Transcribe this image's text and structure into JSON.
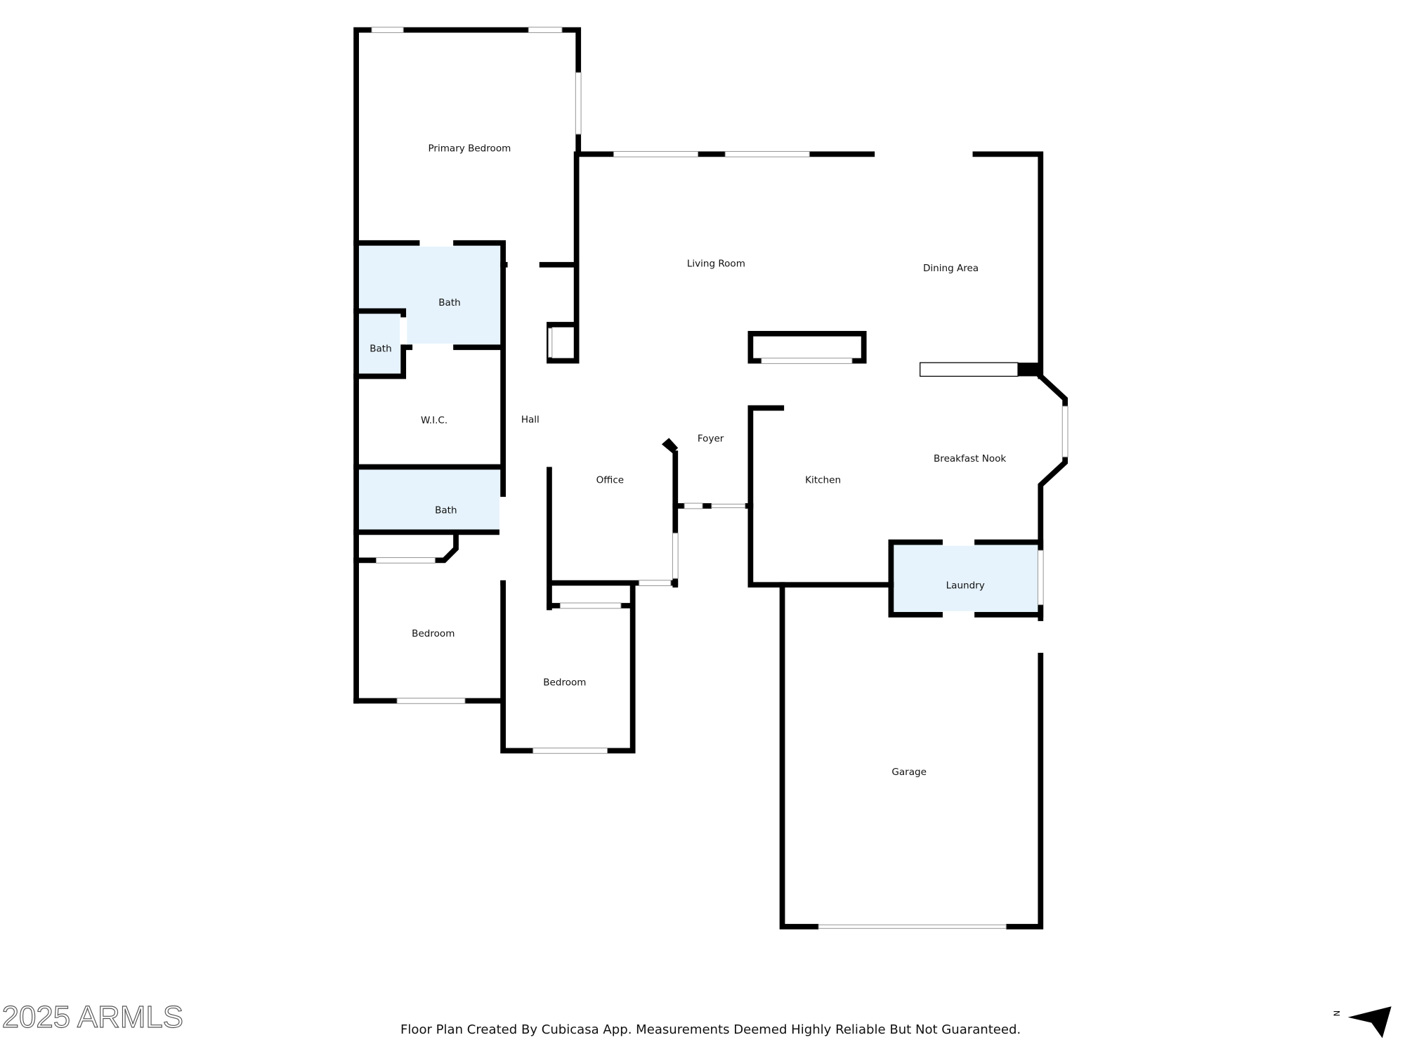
{
  "rooms": {
    "primary_bedroom": "Primary Bedroom",
    "living_room": "Living Room",
    "dining_area": "Dining Area",
    "bath_primary": "Bath",
    "bath_small": "Bath",
    "wic": "W.I.C.",
    "hall": "Hall",
    "foyer": "Foyer",
    "office": "Office",
    "kitchen": "Kitchen",
    "breakfast_nook": "Breakfast Nook",
    "bath_hall": "Bath",
    "laundry": "Laundry",
    "bedroom_1": "Bedroom",
    "bedroom_2": "Bedroom",
    "garage": "Garage"
  },
  "footer": {
    "disclaimer": "Floor Plan Created By Cubicasa App. Measurements Deemed Highly Reliable But Not Guaranteed.",
    "watermark": "2025 ARMLS",
    "north_label": "N"
  },
  "colors": {
    "wet_room_fill": "#e6f3fc",
    "wall": "#000000"
  },
  "icons": {
    "north_arrow": "north-arrow-icon"
  }
}
